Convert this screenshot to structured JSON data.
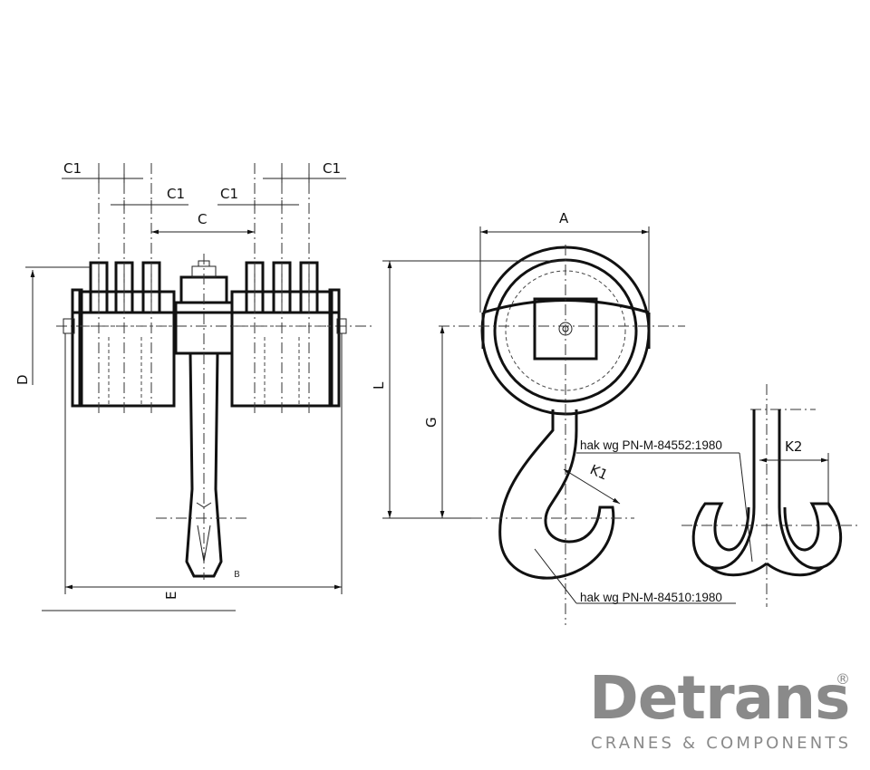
{
  "dimensions": {
    "c1_top_left": "C1",
    "c1_top_right": "C1",
    "c1_mid_left": "C1",
    "c1_mid_right": "C1",
    "c": "C",
    "d": "D",
    "b": "B",
    "e": "E",
    "a": "A",
    "l": "L",
    "g": "G",
    "k1": "K1",
    "k2": "K2"
  },
  "notes": {
    "hook_single": "hak wg PN-M-84510:1980",
    "hook_double": "hak wg PN-M-84552:1980"
  },
  "logo": {
    "wordmark": "Detrans",
    "registered": "®",
    "tagline": "CRANES & COMPONENTS",
    "color": "#8a8a8a"
  }
}
